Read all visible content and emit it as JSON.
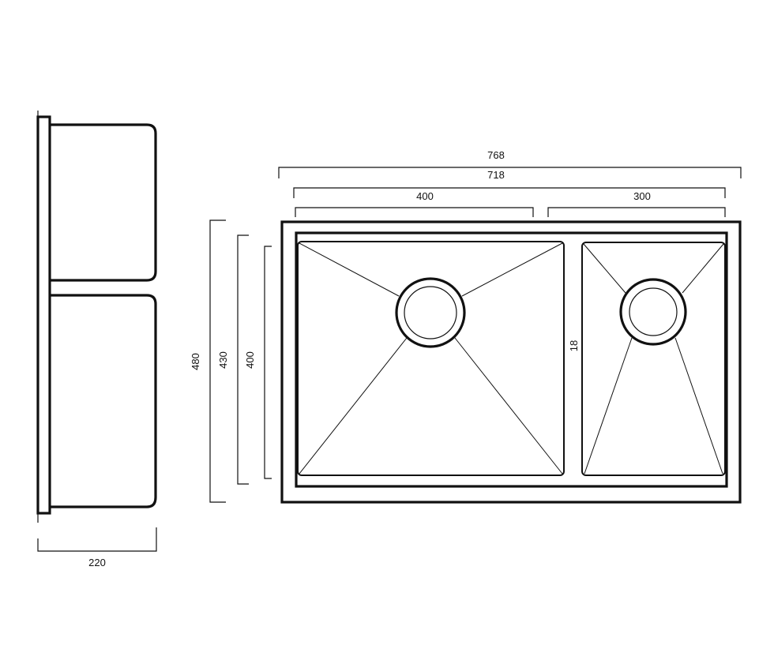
{
  "dimensions": {
    "overall_width": "768",
    "bowl_span_width": "718",
    "large_bowl_width": "400",
    "small_bowl_width": "300",
    "divider_width": "18",
    "overall_depth": "480",
    "bowl_span_depth": "430",
    "bowl_depth": "400",
    "bowl_height": "220"
  }
}
